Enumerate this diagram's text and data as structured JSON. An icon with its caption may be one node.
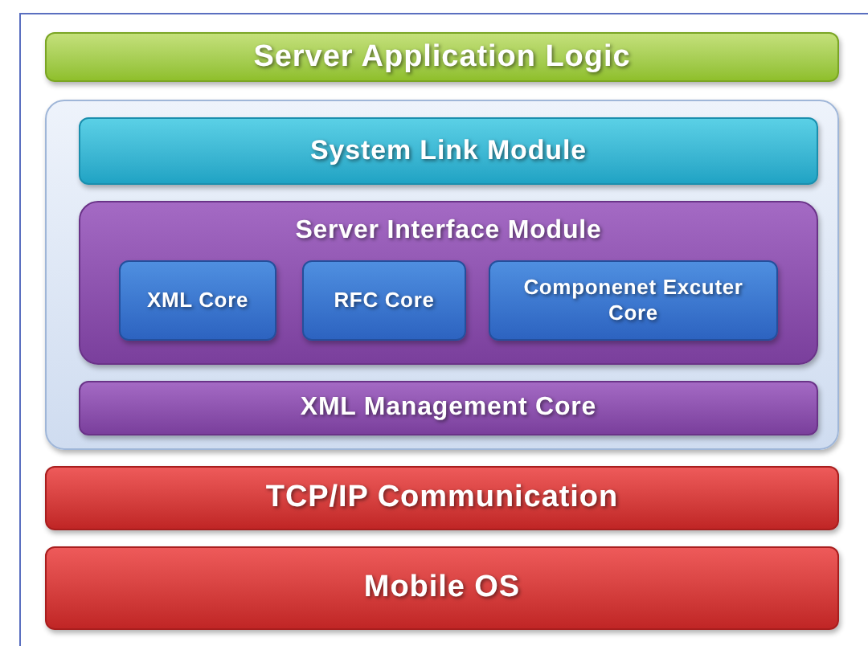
{
  "diagram": {
    "nodes": [
      {
        "text": [
          "Server Application Logic"
        ]
      },
      {
        "text": [],
        "shape": "box"
      },
      {
        "text": [
          "System Link Module"
        ],
        "in": 1
      },
      {
        "text": [
          "Server Interface Module"
        ],
        "in": 1
      },
      {
        "text": [
          "XML Core"
        ],
        "in": 3
      },
      {
        "text": [
          "RFC Core"
        ],
        "in": 3
      },
      {
        "text": [
          "Componenet Excuter Core"
        ],
        "in": 3
      },
      {
        "text": [
          "XML Management Core"
        ],
        "in": 1
      },
      {
        "text": [
          "TCP/IP Communication"
        ]
      },
      {
        "text": [
          "Mobile OS"
        ]
      }
    ]
  }
}
